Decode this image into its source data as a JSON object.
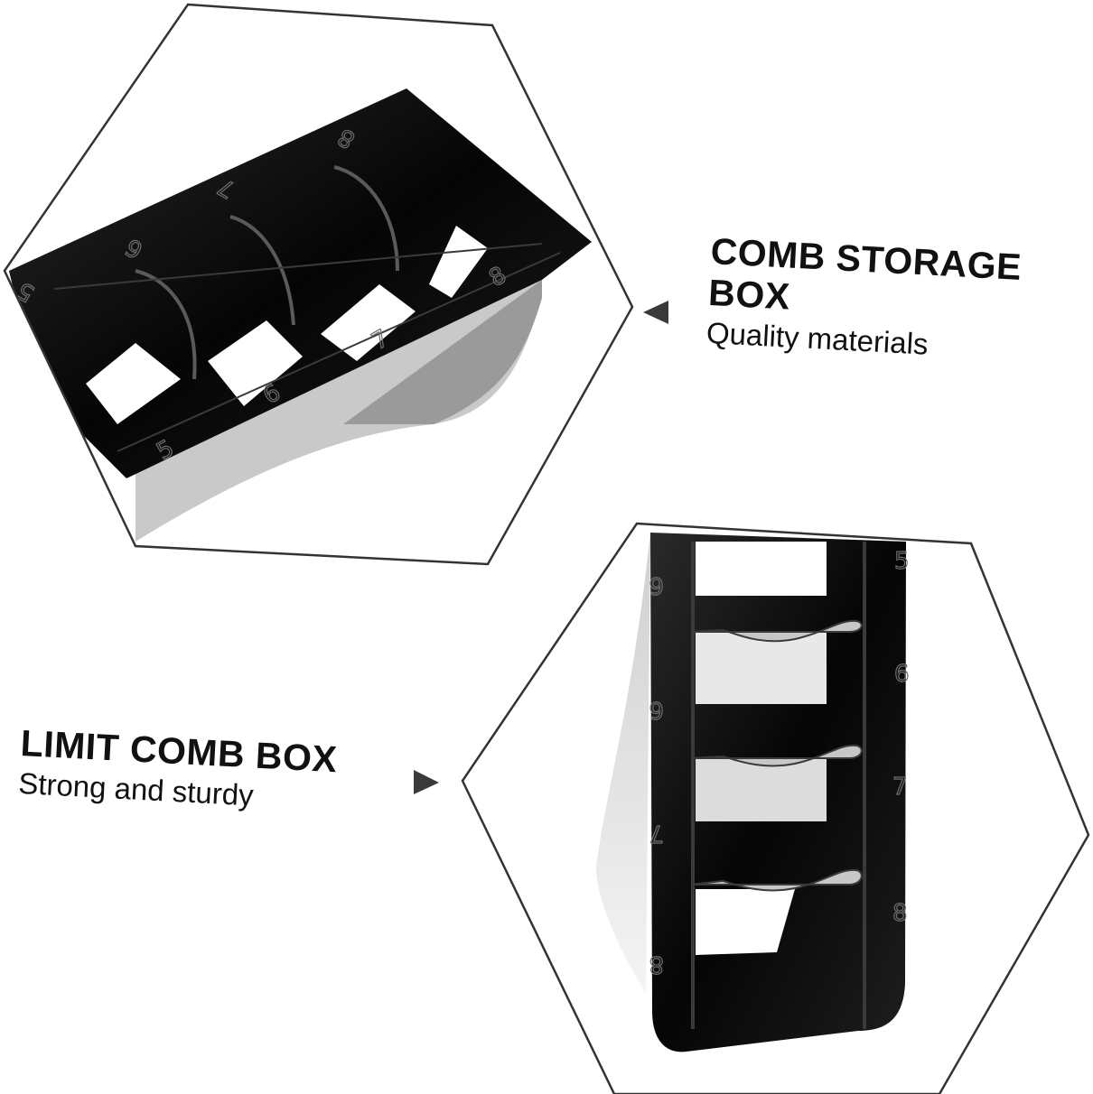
{
  "product_top": {
    "title_line1": "COMB STORAGE",
    "title_line2": "BOX",
    "subtitle": "Quality materials"
  },
  "product_bottom": {
    "title": "LIMIT COMB BOX",
    "subtitle": "Strong and sturdy"
  },
  "slot_numbers_top": [
    "5",
    "6",
    "7",
    "8",
    "8",
    "7",
    "6",
    "5"
  ],
  "slot_numbers_bottom": [
    "5",
    "6",
    "7",
    "8",
    "6",
    "6",
    "7",
    "8"
  ],
  "colors": {
    "outline": "#333333",
    "product": "#0d0d0d",
    "highlight": "#cfcfcf",
    "text": "#111111",
    "arrow": "#3a3a3a"
  },
  "icons": [
    "arrow-left-icon",
    "arrow-right-icon"
  ]
}
